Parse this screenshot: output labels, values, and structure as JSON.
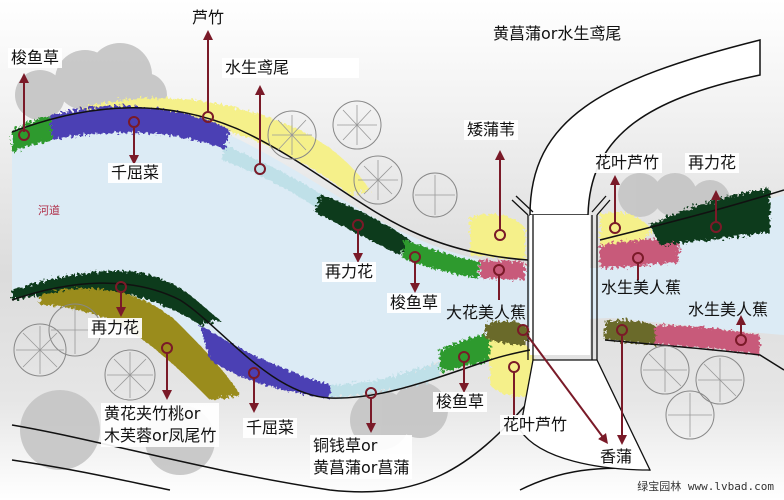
{
  "diagram": {
    "type": "landscape-planting-plan",
    "river_label": "河道",
    "watermark": "绿宝园林 www.lvbad.com",
    "colors": {
      "water": "#dcebf5",
      "land": "#d8d8d8",
      "marker": "#7a1a28",
      "qianqucai_purple": "#4b3fb4",
      "luzhu_yellow": "#f5f08a",
      "zailihua_darkgreen": "#0f3a1a",
      "suoyucao_green": "#2e9a2e",
      "meirenjiao_pink": "#c85a7a",
      "jiazhutao_olive": "#9a8c1a",
      "shuishengyuanwei_lightblue": "#bfe0e8"
    },
    "labels": [
      {
        "id": "suoyucao-1",
        "text": "梭鱼草"
      },
      {
        "id": "luzhu",
        "text": "芦竹"
      },
      {
        "id": "shuishengyuanwei",
        "text": "水生鸢尾"
      },
      {
        "id": "huangchangpu-or-yuanwei",
        "text": "黄菖蒲or水生鸢尾"
      },
      {
        "id": "qianqucai-1",
        "text": "千屈菜"
      },
      {
        "id": "aipuwei",
        "text": "矮蒲苇"
      },
      {
        "id": "huayeluzhu-1",
        "text": "花叶芦竹"
      },
      {
        "id": "zailihua-1",
        "text": "再力花"
      },
      {
        "id": "zailihua-2",
        "text": "再力花"
      },
      {
        "id": "suoyucao-2",
        "text": "梭鱼草"
      },
      {
        "id": "dahuameirenjiao",
        "text": "大花美人蕉"
      },
      {
        "id": "shuishengmeirenjiao-1",
        "text": "水生美人蕉"
      },
      {
        "id": "shuishengmeirenjiao-2",
        "text": "水生美人蕉"
      },
      {
        "id": "zailihua-3",
        "text": "再力花"
      },
      {
        "id": "jiazhutao",
        "text": "黄花夹竹桃or\n木芙蓉or凤尾竹"
      },
      {
        "id": "qianqucai-2",
        "text": "千屈菜"
      },
      {
        "id": "tongqiancao",
        "text": "铜钱草or\n黄菖蒲or菖蒲"
      },
      {
        "id": "suoyucao-3",
        "text": "梭鱼草"
      },
      {
        "id": "huayeluzhu-2",
        "text": "花叶芦竹"
      },
      {
        "id": "xiangpu",
        "text": "香蒲"
      }
    ]
  }
}
